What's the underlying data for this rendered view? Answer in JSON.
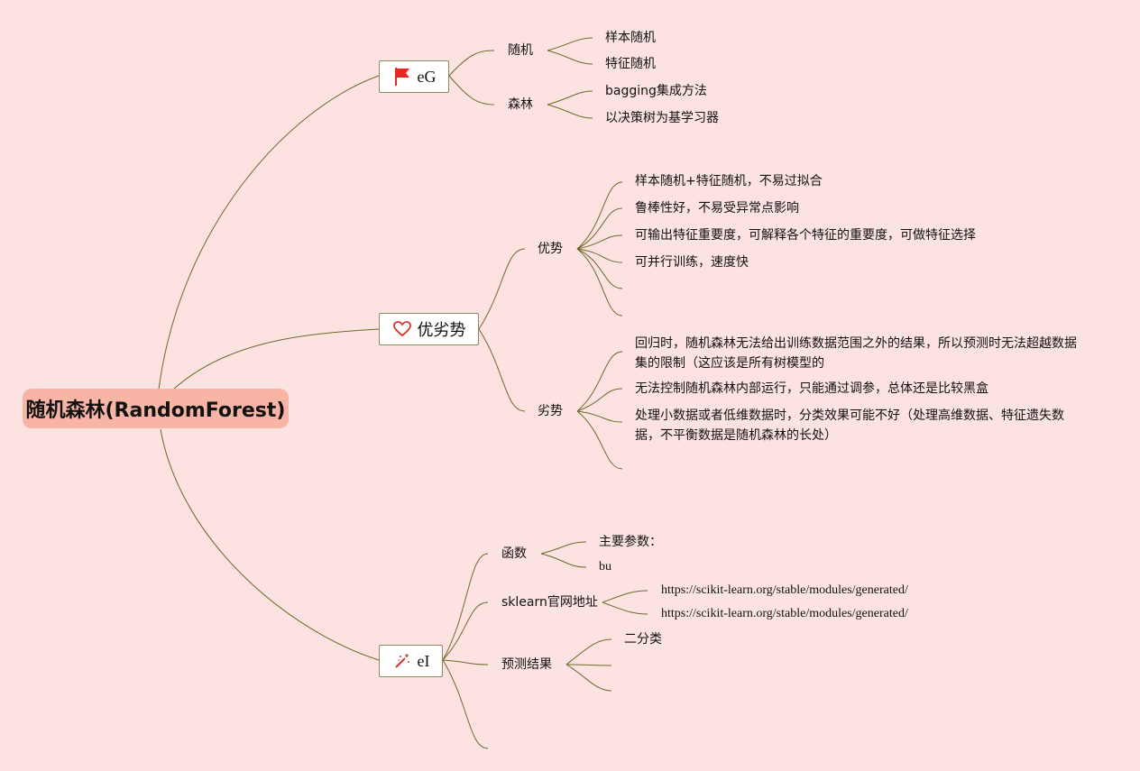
{
  "root": {
    "label": "随机森林(RandomForest)"
  },
  "topics": {
    "eg": {
      "label": "eG",
      "icon": "red-flag-icon",
      "subs": {
        "random": {
          "label": "随机",
          "leaves": [
            "样本随机",
            "特征随机"
          ]
        },
        "forest": {
          "label": "森林",
          "leaves": [
            "bagging集成方法",
            "以决策树为基学习器"
          ]
        }
      }
    },
    "proscons": {
      "label": "优劣势",
      "icon": "heart-icon",
      "subs": {
        "pros": {
          "label": "优势",
          "leaves": [
            "样本随机+特征随机，不易过拟合",
            "鲁棒性好，不易受异常点影响",
            "可输出特征重要度，可解释各个特征的重要度，可做特征选择",
            "可并行训练，速度快"
          ]
        },
        "cons": {
          "label": "劣势",
          "leaves": [
            "回归时，随机森林无法给出训练数据范围之外的结果，所以预测时无法超越数据集的限制（这应该是所有树模型的",
            "无法控制随机森林内部运行，只能通过调参，总体还是比较黑盒",
            "处理小数据或者低维数据时，分类效果可能不好（处理高维数据、特征遗失数据，不平衡数据是随机森林的长处）"
          ]
        }
      }
    },
    "ei": {
      "label": "eI",
      "icon": "magic-wand-icon",
      "subs": {
        "func": {
          "label": "函数",
          "leaves": [
            "主要参数：",
            "bu"
          ]
        },
        "sklearn": {
          "label": "sklearn官网地址",
          "leaves": [
            "https://scikit-learn.org/stable/modules/generated/",
            "https://scikit-learn.org/stable/modules/generated/"
          ]
        },
        "predict": {
          "label": "预测结果",
          "leaves": [
            "二分类"
          ]
        }
      }
    }
  },
  "colors": {
    "background": "#fde2e2",
    "root_fill": "#f8b4a4",
    "topic_border": "#8c8a5c",
    "line": "#6b6a2a",
    "flag": "#e8271f",
    "heart": "#d9362b"
  }
}
